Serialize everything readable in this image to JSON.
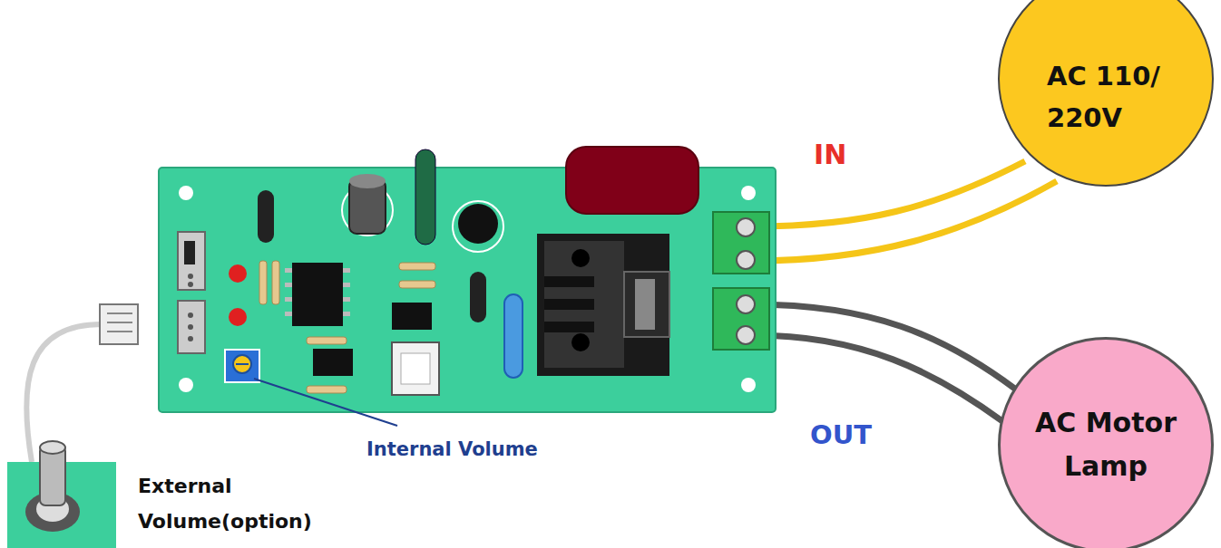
{
  "diagram": {
    "nodes": [
      {
        "text": [
          "AC 110/ 220V"
        ]
      },
      {
        "text": [
          "AC Motor Lamp"
        ]
      }
    ],
    "labels": [
      "IN",
      "OUT",
      "Internal Volume",
      "External Volume(option)"
    ]
  }
}
